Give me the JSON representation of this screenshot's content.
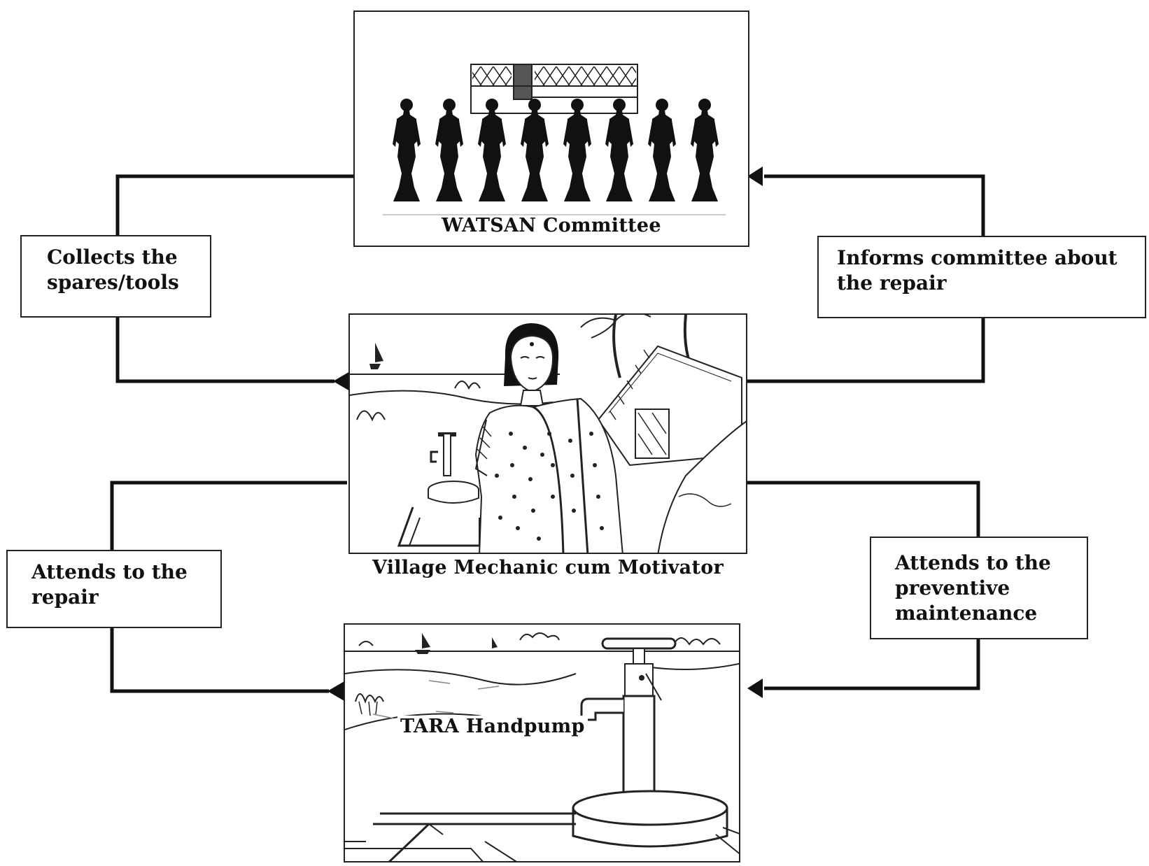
{
  "nodes": {
    "committee": {
      "caption": "WATSAN Committee"
    },
    "mechanic": {
      "caption": "Village Mechanic cum Motivator"
    },
    "handpump": {
      "caption": "TARA Handpump"
    }
  },
  "edges": {
    "collects": {
      "lines": [
        "Collects the",
        "spares/tools"
      ]
    },
    "informs": {
      "lines": [
        "Informs committee about",
        "the repair"
      ]
    },
    "attends_repair": {
      "lines": [
        "Attends to the",
        "repair"
      ]
    },
    "attends_preventive": {
      "lines": [
        "Attends to the",
        "preventive",
        "maintenance"
      ]
    }
  },
  "colors": {
    "ink": "#111111",
    "paper": "#ffffff"
  }
}
